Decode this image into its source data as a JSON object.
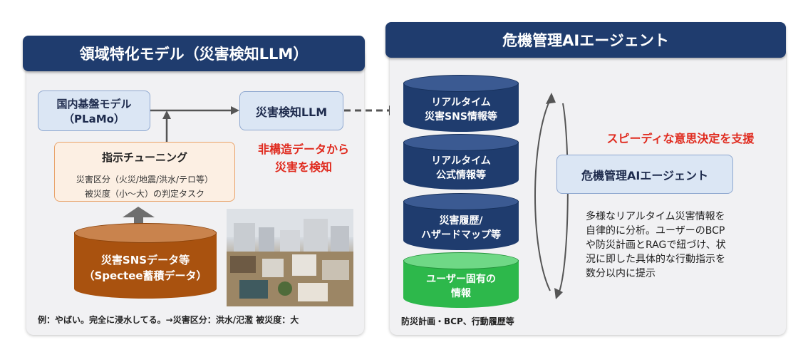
{
  "left_panel": {
    "title": "領域特化モデル（災害検知LLM）",
    "base_model": {
      "line1": "国内基盤モデル",
      "line2": "（PLaMo）"
    },
    "tuning": {
      "title": "指示チューニング",
      "line1": "災害区分（火災/地震/洪水/テロ等）",
      "line2": "被災度（小〜大）の判定タスク"
    },
    "disaster_llm": "災害検知LLM",
    "red_line1": "非構造データから",
    "red_line2": "災害を検知",
    "db": {
      "line1": "災害SNSデータ等",
      "line2": "（Spectee蓄積データ）"
    },
    "example": "例：やばい。完全に浸水してる。→災害区分：洪水/氾濫 被災度：大"
  },
  "right_panel": {
    "title": "危機管理AIエージェント",
    "cylinders": [
      {
        "line1": "リアルタイム",
        "line2": "災害SNS情報等"
      },
      {
        "line1": "リアルタイム",
        "line2": "公式情報等"
      },
      {
        "line1": "災害履歴/",
        "line2": "ハザードマップ等"
      },
      {
        "line1": "ユーザー固有の",
        "line2": "情報"
      }
    ],
    "cylinder_note": "防災計画・BCP、行動履歴等",
    "red_text": "スピーディな意思決定を支援",
    "agent_box": "危機管理AIエージェント",
    "description": [
      "多様なリアルタイム災害情報を",
      "自律的に分析。ユーザーのBCP",
      "や防災計画とRAGで紐づけ、状",
      "況に即した具体的な行動指示を",
      "数分以内に提示"
    ]
  },
  "colors": {
    "navy": "#1f3c6e",
    "red": "#e02b1f",
    "brown": "#a9520f",
    "green": "#2db84b"
  }
}
